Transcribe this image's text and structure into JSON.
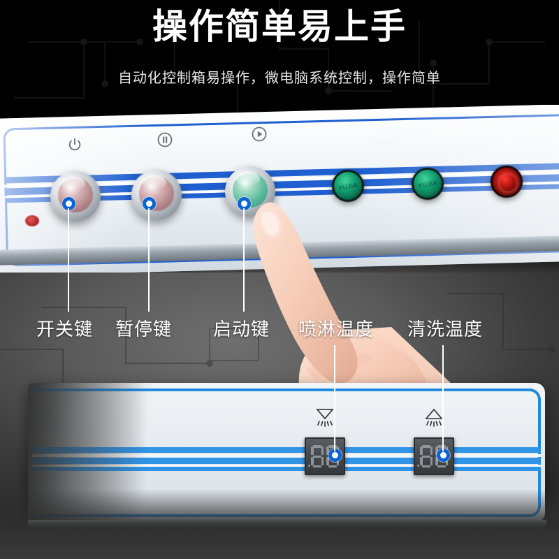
{
  "header": {
    "title": "操作简单易上手",
    "subtitle": "自动化控制箱易操作，微电脑系统控制，操作简单"
  },
  "colors": {
    "accent_blue": "#1f5fd0",
    "panel_blue": "#2f93e6",
    "marker_blue": "#0b63d6",
    "lamp_green": "#12a172",
    "lamp_red": "#b3140f",
    "background_dark": "#000000",
    "panel_white": "#eef2f5",
    "label_text": "#ffffff"
  },
  "upper_panel": {
    "glyphs": [
      {
        "name": "power-icon",
        "label": "power"
      },
      {
        "name": "pause-icon",
        "label": "pause"
      },
      {
        "name": "play-icon",
        "label": "play"
      }
    ],
    "buttons": [
      {
        "name": "power-button",
        "cap_color": "red"
      },
      {
        "name": "pause-button",
        "cap_color": "red"
      },
      {
        "name": "start-button",
        "cap_color": "green"
      }
    ],
    "lamps": [
      {
        "name": "lamp-green-1",
        "color": "green",
        "text": "YUJIA"
      },
      {
        "name": "lamp-green-2",
        "color": "green",
        "text": "YUJIA"
      },
      {
        "name": "lamp-red-1",
        "color": "red",
        "text": ""
      }
    ]
  },
  "lower_panel": {
    "glyphs": [
      {
        "name": "spray-down-icon",
        "label": "spray-down"
      },
      {
        "name": "spray-up-icon",
        "label": "spray-up"
      }
    ],
    "displays": [
      {
        "name": "spray-temperature-display",
        "value": "88"
      },
      {
        "name": "wash-temperature-display",
        "value": "88"
      }
    ]
  },
  "callouts": [
    {
      "label": "开关键",
      "target": "power-button"
    },
    {
      "label": "暂停键",
      "target": "pause-button"
    },
    {
      "label": "启动键",
      "target": "start-button"
    },
    {
      "label": "喷淋温度",
      "target": "spray-temperature-display"
    },
    {
      "label": "清洗温度",
      "target": "wash-temperature-display"
    }
  ]
}
